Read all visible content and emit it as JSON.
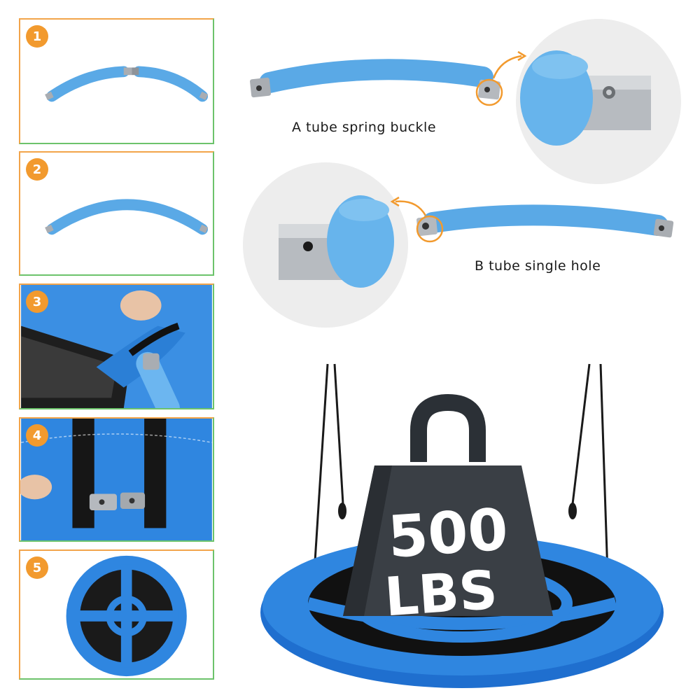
{
  "steps": [
    {
      "number": "1"
    },
    {
      "number": "2"
    },
    {
      "number": "3"
    },
    {
      "number": "4"
    },
    {
      "number": "5"
    }
  ],
  "callouts": {
    "a_tube_label": "A tube spring buckle",
    "b_tube_label": "B tube single hole"
  },
  "weight": {
    "value": "500",
    "unit": "LBS"
  },
  "colors": {
    "foam_blue": "#5aa9e6",
    "fabric_blue": "#2f86e0",
    "accent_orange": "#f29a2e",
    "panel_green": "#6cc36b",
    "weight_dark": "#3a3f45"
  }
}
